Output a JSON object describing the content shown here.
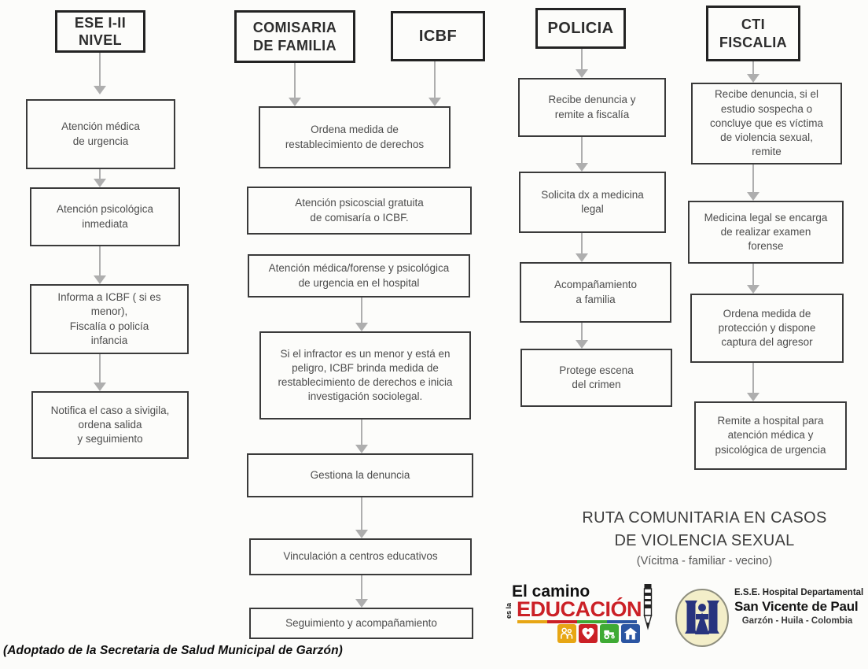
{
  "page": {
    "background": "#fcfcfa",
    "box_border_color": "#3a3a3a",
    "arrow_color": "#aeaeae"
  },
  "flowchart": {
    "ese": {
      "header": "ESE I-II\nNIVEL",
      "boxes": [
        "Atención médica\nde urgencia",
        "Atención psicológica\ninmediata",
        "Informa a ICBF ( si es\nmenor),\nFiscalía o policía\ninfancia",
        "Notifica el caso a sivigila,\nordena salida\ny seguimiento"
      ]
    },
    "comisaria_icbf": {
      "header_comisaria": "COMISARIA\nDE FAMILIA",
      "header_icbf": "ICBF",
      "boxes": [
        "Ordena medida de\nrestablecimiento de derechos",
        "Atención psicoscial gratuita\nde comisaría o ICBF.",
        "Atención médica/forense y psicológica\nde urgencia en el hospital",
        "Si el infractor es un menor y está en\npeligro, ICBF brinda medida de\nrestablecimiento de derechos e inicia\ninvestigación sociolegal.",
        "Gestiona la denuncia",
        "Vinculación a centros educativos",
        "Seguimiento y acompañamiento"
      ]
    },
    "policia": {
      "header": "POLICIA",
      "boxes": [
        "Recibe denuncia y\nremite a fiscalía",
        "Solicita dx a medicina\nlegal",
        "Acompañamiento\na familia",
        "Protege escena\ndel crimen"
      ]
    },
    "cti": {
      "header": "CTI\nFISCALIA",
      "boxes": [
        "Recibe denuncia, si el\nestudio sospecha o\nconcluye que es víctima\nde violencia sexual,\nremite",
        "Medicina legal se encarga\nde realizar examen\nforense",
        "Ordena medida de\nprotección y dispone\ncaptura del agresor",
        "Remite a hospital para\natención médica y\npsicológica de urgencia"
      ]
    }
  },
  "title": {
    "main": "RUTA COMUNITARIA EN CASOS\nDE VIOLENCIA SEXUAL",
    "subtitle": "(Vícitma - familiar - vecino)"
  },
  "caption": "(Adoptado de la Secretaria de Salud Municipal de Garzón)",
  "education_logo": {
    "text_top": "El camino",
    "text_vertical": "es la",
    "text_main": "EDUCACIÓN",
    "colors": {
      "red": "#cb2026",
      "yellow": "#e7a614",
      "green": "#3faa34",
      "blue": "#2b55a2",
      "black": "#111111"
    },
    "icons": [
      "family-icon",
      "health-heart-icon",
      "tractor-icon",
      "house-icon"
    ]
  },
  "hospital_logo": {
    "line1": "E.S.E. Hospital Departamental",
    "line2": "San Vicente de Paul",
    "line3": "Garzón - Huila - Colombia",
    "navy": "#28347e",
    "circle_fill": "#f3eec9"
  }
}
